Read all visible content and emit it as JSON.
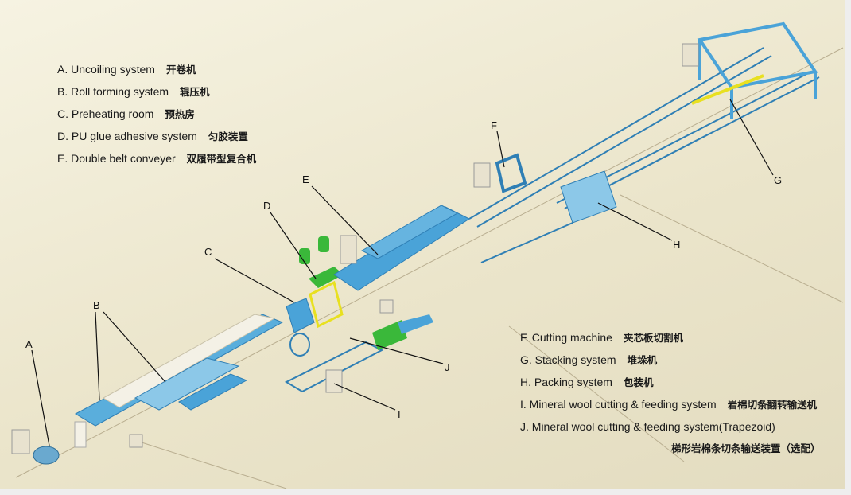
{
  "legend_left": [
    {
      "key": "A",
      "label": "A. Uncoiling system",
      "zh": "开卷机"
    },
    {
      "key": "B",
      "label": "B. Roll forming system",
      "zh": "辊压机"
    },
    {
      "key": "C",
      "label": "C. Preheating room",
      "zh": "预热房"
    },
    {
      "key": "D",
      "label": "D. PU glue adhesive system",
      "zh": "匀胶装置"
    },
    {
      "key": "E",
      "label": "E. Double belt conveyer",
      "zh": "双履带型复合机"
    }
  ],
  "legend_right": [
    {
      "key": "F",
      "label": "F. Cutting machine",
      "zh": "夹芯板切割机"
    },
    {
      "key": "G",
      "label": "G. Stacking system",
      "zh": "堆垛机"
    },
    {
      "key": "H",
      "label": "H. Packing system",
      "zh": "包装机"
    },
    {
      "key": "I",
      "label": "I. Mineral wool cutting & feeding system",
      "zh": "岩棉切条翻转输送机"
    },
    {
      "key": "J",
      "label": "J. Mineral wool cutting & feeding system(Trapezoid)",
      "zh": ""
    }
  ],
  "legend_note": "梯形岩棉条切条输送装置（选配）",
  "callouts": {
    "A": "A",
    "B": "B",
    "C": "C",
    "D": "D",
    "E": "E",
    "F": "F",
    "G": "G",
    "H": "H",
    "I": "I",
    "J": "J"
  },
  "colors": {
    "machine": "#4aa3d8",
    "frame": "#2f7fb5",
    "glue": "#e8e020",
    "tank": "#3ab83a",
    "cabinet": "#e8e2cf"
  }
}
